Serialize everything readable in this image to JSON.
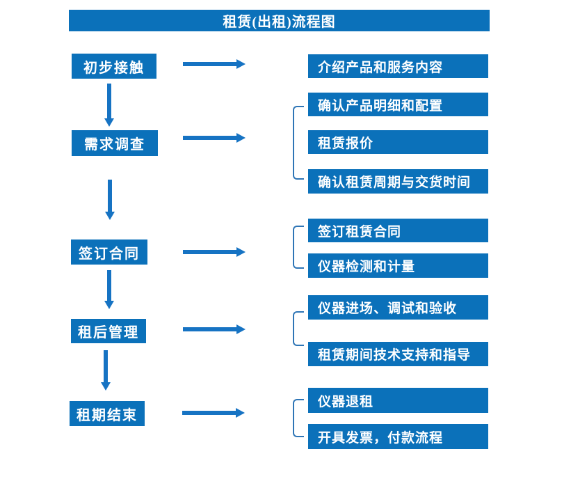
{
  "title": "租赁(出租)流程图",
  "colors": {
    "box": "#0b71ba",
    "arrow": "#1673c3",
    "bracket": "#2e75b6",
    "text": "#ffffff"
  },
  "stages": [
    {
      "label": "初步接触",
      "items": [
        "介绍产品和服务内容"
      ]
    },
    {
      "label": "需求调查",
      "items": [
        "确认产品明细和配置",
        "租赁报价",
        "确认租赁周期与交货时间"
      ]
    },
    {
      "label": "签订合同",
      "items": [
        "签订租赁合同",
        "仪器检测和计量"
      ]
    },
    {
      "label": "租后管理",
      "items": [
        "仪器进场、调试和验收",
        "租赁期间技术支持和指导"
      ]
    },
    {
      "label": "租期结束",
      "items": [
        "仪器退租",
        "开具发票，付款流程"
      ]
    }
  ]
}
